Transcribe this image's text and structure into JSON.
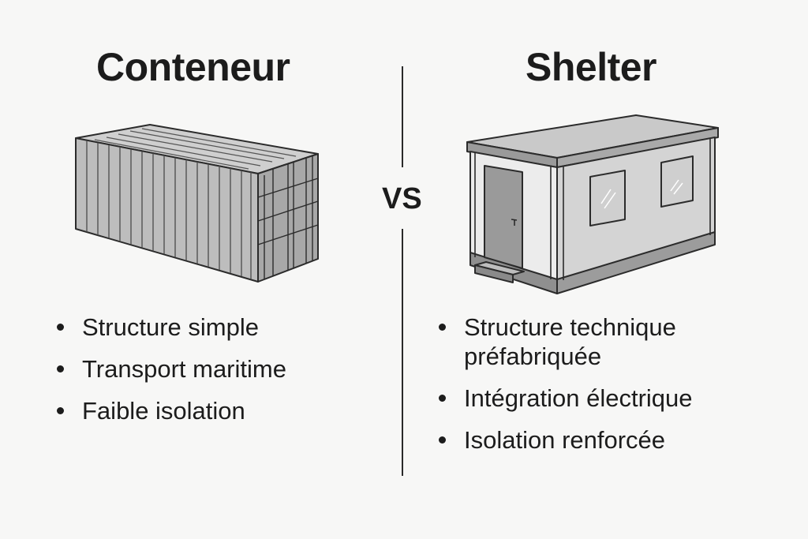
{
  "left": {
    "title": "Conteneur",
    "image": "shipping-container-illustration",
    "bullets": [
      "Structure simple",
      "Transport maritime",
      "Faible isolation"
    ]
  },
  "separator": {
    "label": "VS"
  },
  "right": {
    "title": "Shelter",
    "image": "prefab-shelter-illustration",
    "bullets": [
      "Structure technique préfabriquée",
      "Intégration électrique",
      "Isolation renforcée"
    ]
  },
  "colors": {
    "background": "#f7f7f6",
    "text": "#1c1c1c",
    "container_gray": "#b9b9b9",
    "shelter_wall": "#d4d4d4"
  }
}
